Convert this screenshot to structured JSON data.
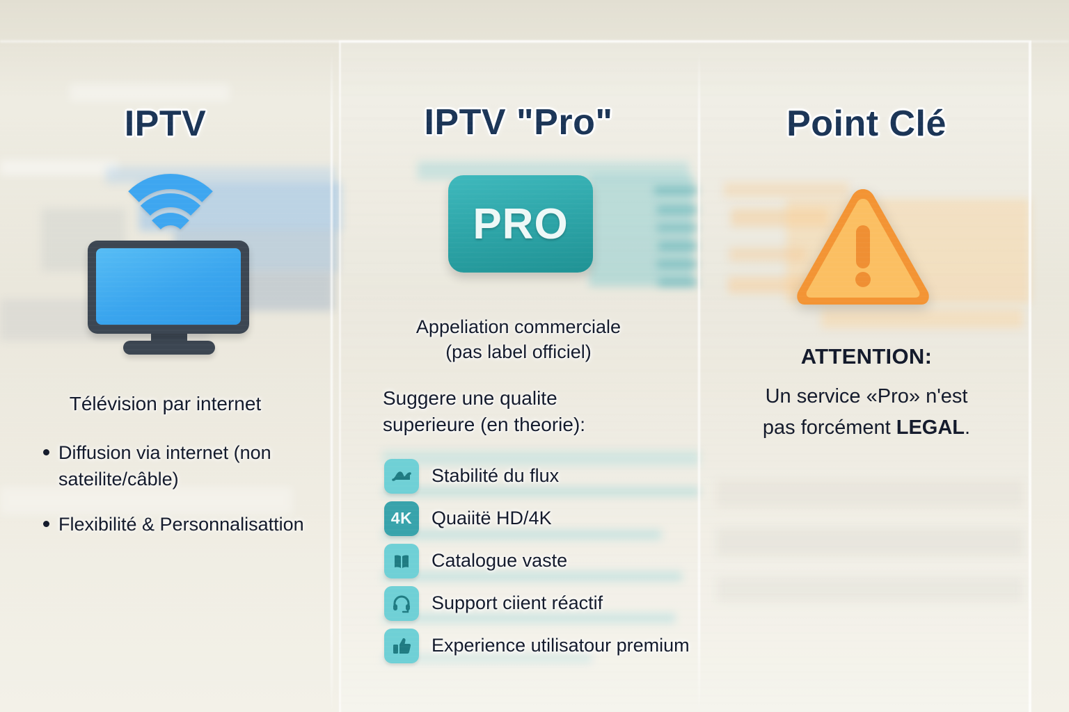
{
  "columns": {
    "left": {
      "heading": "IPTV",
      "icon": "tv-wifi-icon",
      "lead": "Télévision par internet",
      "bullets": [
        "Diffusion via internet (non sateilite/câble)",
        "Flexibilité & Personnalisattion"
      ]
    },
    "middle": {
      "heading": "IPTV \"Pro\"",
      "badge_label": "PRO",
      "subtitle_line1": "Appeliation commerciale",
      "subtitle_line2": "(pas label officiel)",
      "intro_line1": "Suggere une qualite",
      "intro_line2": "superieure (en theorie):",
      "features": [
        {
          "icon": "signal-stability-icon",
          "label": "Stabilité du flux"
        },
        {
          "icon": "4k-badge-icon",
          "label": "Quaiitë HD/4K",
          "icon_text": "4K"
        },
        {
          "icon": "book-catalog-icon",
          "label": "Catalogue vaste"
        },
        {
          "icon": "headset-support-icon",
          "label": "Support ciient réactif"
        },
        {
          "icon": "thumbs-up-icon",
          "label": "Experience utilisatour premium"
        }
      ]
    },
    "right": {
      "heading": "Point Clé",
      "icon": "warning-triangle-icon",
      "attention_label": "ATTENTION:",
      "body_line1": "Un service «Pro» n'est",
      "body_line2_prefix": "pas forcément ",
      "body_line2_emphasis": "LEGAL",
      "body_line2_suffix": "."
    }
  },
  "colors": {
    "heading": "#1b3557",
    "background": "#eae7dc",
    "tv_screen": "#3aa5ee",
    "wifi": "#3ea6f0",
    "pro_badge": "#2fa7aa",
    "feature_icon": "#6fd0d6",
    "feature_icon_dark": "#38a3ab",
    "warning_fill": "#fbbf62",
    "warning_stroke": "#f39434",
    "body_text": "#131a2b"
  }
}
